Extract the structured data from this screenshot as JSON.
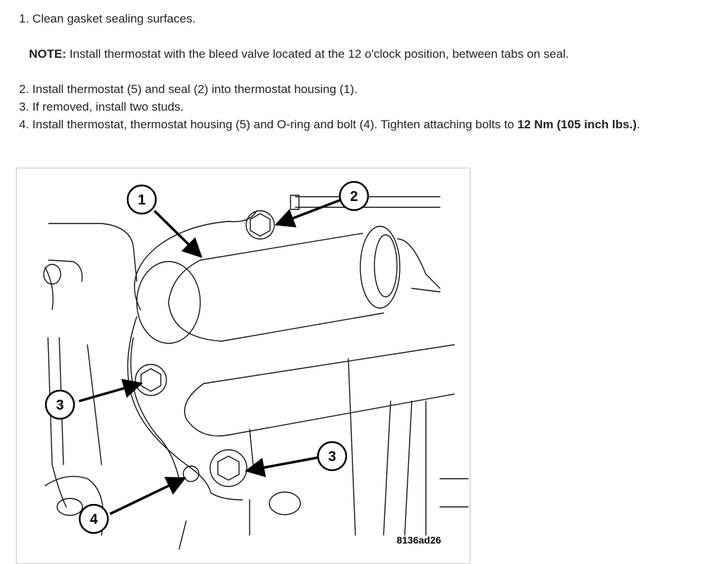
{
  "steps": [
    {
      "num": "1.",
      "text": "Clean gasket sealing surfaces."
    },
    {
      "num": "2.",
      "text": "Install thermostat (5) and seal (2) into thermostat housing (1)."
    },
    {
      "num": "3.",
      "text": "If removed, install two studs."
    },
    {
      "num": "4.",
      "text": "Install thermostat, thermostat housing (5) and O-ring and bolt (4). Tighten attaching bolts to ",
      "bold": "12 Nm (105 inch lbs.)",
      "tail": "."
    }
  ],
  "note": {
    "label": "NOTE:",
    "text": " Install thermostat with the bleed valve located at the 12 o'clock position, between tabs on seal."
  },
  "figure": {
    "callouts": [
      "1",
      "2",
      "3",
      "3",
      "4"
    ],
    "figure_id": "8136ad26"
  }
}
